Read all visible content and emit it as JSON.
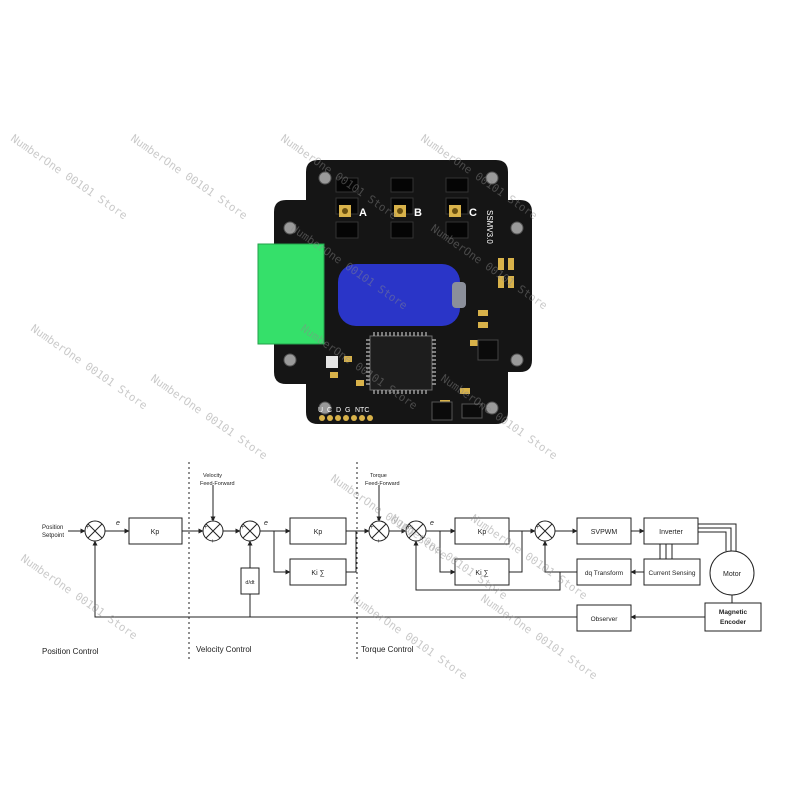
{
  "watermark": "NumberOne 00101 Store",
  "board": {
    "colors": {
      "pcb": "#151515",
      "connector": "#35e06a",
      "capacitor": "#2a35c8",
      "gold": "#d8b24a"
    },
    "phase_labels": [
      "A",
      "B",
      "C"
    ],
    "version_label": "SSMV3.0",
    "pin_labels": [
      "U",
      "C",
      "D",
      "G",
      "NTC"
    ]
  },
  "diagram": {
    "blocks": {
      "kp1": "Kp",
      "kp2": "Kp",
      "ki2": "Ki ∑",
      "ddt": "d/dt",
      "kp3": "Kp",
      "ki3": "Ki ∑",
      "svpwm": "SVPWM",
      "inverter": "Inverter",
      "dq": "dq Transform",
      "current": "Current Sensing",
      "motor": "Motor",
      "encoder": [
        "Magnetic",
        "Encoder"
      ],
      "observer": "Observer"
    },
    "inputs": {
      "position": [
        "Position",
        "Setpoint"
      ],
      "velocity_ff": [
        "Velocity",
        "Feed-Forward"
      ],
      "torque_ff": [
        "Torque",
        "Feed-Forward"
      ]
    },
    "error_symbol": "e",
    "sections": [
      "Position Control",
      "Velocity Control",
      "Torque Control"
    ]
  }
}
